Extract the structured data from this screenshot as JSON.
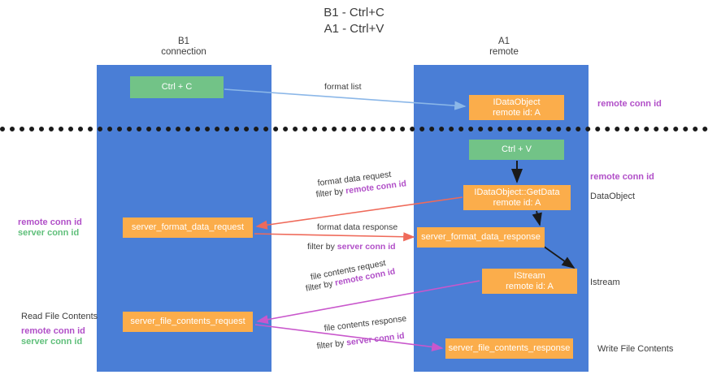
{
  "title": {
    "line1": "B1 - Ctrl+C",
    "line2": "A1 - Ctrl+V"
  },
  "columns": [
    {
      "name": "B1",
      "subtitle": "connection"
    },
    {
      "name": "A1",
      "subtitle": "remote"
    }
  ],
  "colors": {
    "lane": "#4a7ed6",
    "green_box": "#72c387",
    "orange_box": "#fbad4b",
    "remote_conn_id": "#b14fc8",
    "server_conn_id": "#5fbf7a",
    "arrow_blue": "#8bb7e8",
    "arrow_red": "#ef6a5a",
    "arrow_magenta": "#c957cc",
    "arrow_black": "#1a1a1a",
    "divider": "#1a1a1a"
  },
  "boxes": {
    "ctrl_c": "Ctrl + C",
    "idataobject": {
      "line1": "IDataObject",
      "line2": "remote id: A"
    },
    "ctrl_v": "Ctrl + V",
    "getdata": {
      "line1": "IDataObject::GetData",
      "line2": "remote id: A"
    },
    "server_format_data_request": "server_format_data_request",
    "server_format_data_response": "server_format_data_response",
    "istream": {
      "line1": "IStream",
      "line2": "remote id: A"
    },
    "server_file_contents_request": "server_file_contents_request",
    "server_file_contents_response": "server_file_contents_response"
  },
  "edge_labels": {
    "format_list": "format list",
    "format_data_request": "format data request",
    "format_data_request_filter_prefix": "filter by ",
    "format_data_request_filter_key": "remote conn id",
    "format_data_response": "format data response",
    "format_data_response_filter_prefix": "filter by ",
    "format_data_response_filter_key": "server conn id",
    "file_contents_request": "file contents request",
    "file_contents_request_filter_prefix": "filter by ",
    "file_contents_request_filter_key": "remote conn id",
    "file_contents_response": "file contents response",
    "file_contents_response_filter_prefix": "filter by ",
    "file_contents_response_filter_key": "server conn id"
  },
  "side_labels": {
    "right_remote_conn_id_top": "remote conn id",
    "right_remote_conn_id_mid": "remote conn id",
    "right_dataobject": "DataObject",
    "right_istream": "Istream",
    "right_write_file_contents": "Write File Contents",
    "left_remote_conn_id_1": "remote conn id",
    "left_server_conn_id_1": "server conn id",
    "left_read_file_contents": "Read File Contents",
    "left_remote_conn_id_2": "remote conn id",
    "left_server_conn_id_2": "server conn id"
  }
}
